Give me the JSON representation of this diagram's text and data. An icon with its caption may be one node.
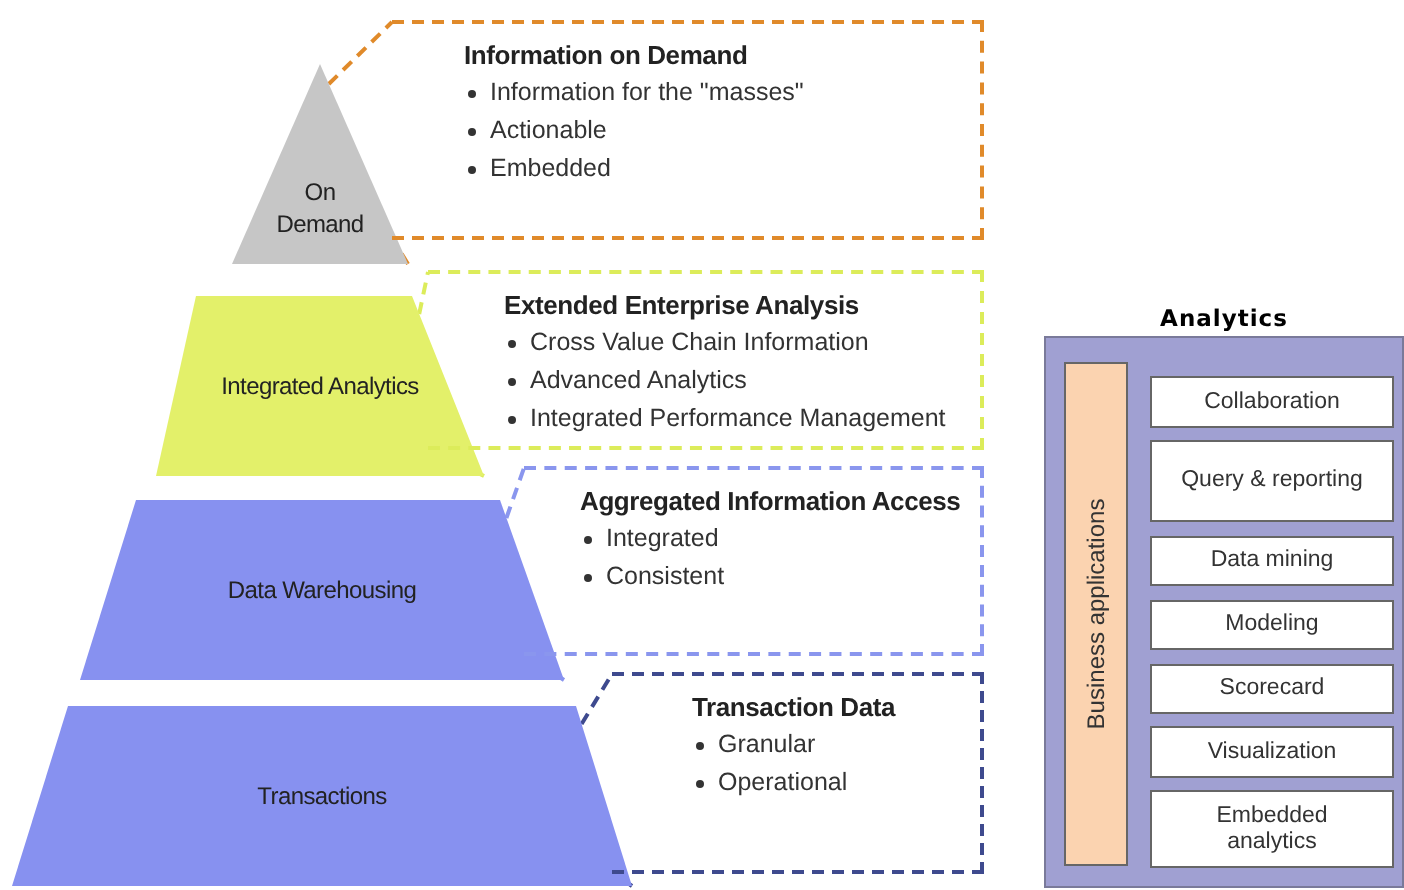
{
  "diagram": {
    "nodes": [
      {
        "text": [
          "On Demand"
        ]
      },
      {
        "text": [
          "Information on Demand",
          "Information for the \"masses\"",
          "Actionable",
          "Embedded"
        ]
      },
      {
        "text": [
          "Integrated Analytics"
        ]
      },
      {
        "text": [
          "Extended Enterprise Analysis",
          "Cross Value Chain Information",
          "Advanced Analytics",
          "Integrated Performance Management"
        ]
      },
      {
        "text": [
          "Data Warehousing"
        ]
      },
      {
        "text": [
          "Aggregated Information Access",
          "Integrated",
          "Consistent"
        ]
      },
      {
        "text": [
          "Transactions"
        ]
      },
      {
        "text": [
          "Transaction Data",
          "Granular",
          "Operational"
        ]
      },
      {
        "text": [
          "Analytics"
        ]
      },
      {
        "text": [
          "Business applications"
        ],
        "in": 8
      },
      {
        "text": [
          "Collaboration"
        ],
        "in": 8
      },
      {
        "text": [
          "Query & reporting"
        ],
        "in": 8
      },
      {
        "text": [
          "Data mining"
        ],
        "in": 8
      },
      {
        "text": [
          "Modeling"
        ],
        "in": 8
      },
      {
        "text": [
          "Scorecard"
        ],
        "in": 8
      },
      {
        "text": [
          "Visualization"
        ],
        "in": 8
      },
      {
        "text": [
          "Embedded analytics"
        ],
        "in": 8
      }
    ],
    "edges": [
      {
        "from": 0,
        "to": 1,
        "arrow": "none",
        "style": "dashed",
        "color": "#e08a2a"
      },
      {
        "from": 0,
        "to": 1,
        "arrow": "none",
        "style": "dashed",
        "color": "#e08a2a"
      },
      {
        "from": 2,
        "to": 3,
        "arrow": "none",
        "style": "dashed",
        "color": "#dcec5a"
      },
      {
        "from": 2,
        "to": 3,
        "arrow": "none",
        "style": "dashed",
        "color": "#dcec5a"
      },
      {
        "from": 4,
        "to": 5,
        "arrow": "none",
        "style": "dashed",
        "color": "#8a96ee"
      },
      {
        "from": 4,
        "to": 5,
        "arrow": "none",
        "style": "dashed",
        "color": "#8a96ee"
      },
      {
        "from": 6,
        "to": 7,
        "arrow": "none",
        "style": "dashed",
        "color": "#3e4a8e"
      },
      {
        "from": 6,
        "to": 7,
        "arrow": "none",
        "style": "dashed",
        "color": "#3e4a8e"
      }
    ]
  }
}
